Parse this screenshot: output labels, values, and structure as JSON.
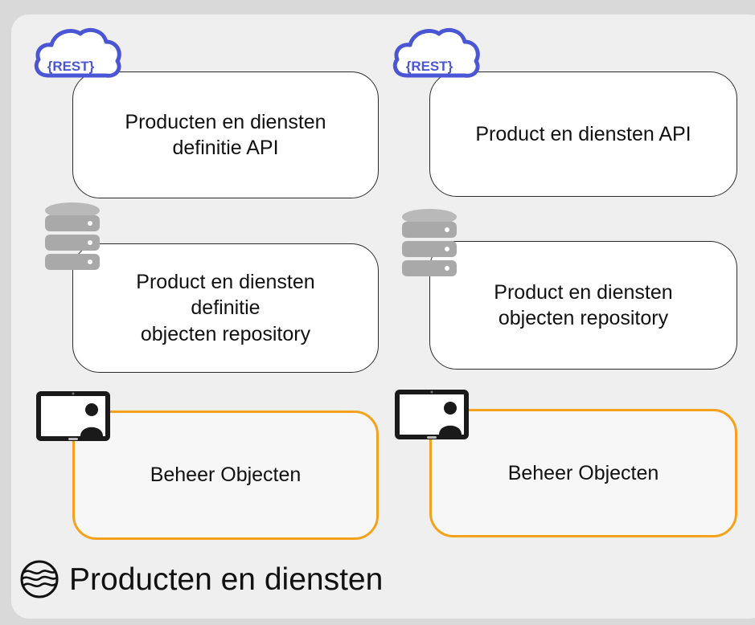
{
  "panel": {
    "footer_title": "Producten en diensten"
  },
  "columns": [
    {
      "api_box": "Producten en diensten\ndefinitie API",
      "rest_badge": "{REST}",
      "repo_box": "Product en diensten\ndefinitie\nobjecten repository",
      "admin_box": "Beheer Objecten"
    },
    {
      "api_box": "Product en diensten API",
      "rest_badge": "{REST}",
      "repo_box": "Product  en diensten\nobjecten repository",
      "admin_box": "Beheer Objecten"
    }
  ],
  "colors": {
    "accent_orange": "#f4a21b",
    "rest_blue": "#4a56d4",
    "database_gray": "#b0b0b0"
  },
  "icons": {
    "api": "rest-cloud-icon",
    "repository": "database-icon",
    "admin": "tablet-user-icon",
    "footer": "wave-sphere-icon"
  }
}
